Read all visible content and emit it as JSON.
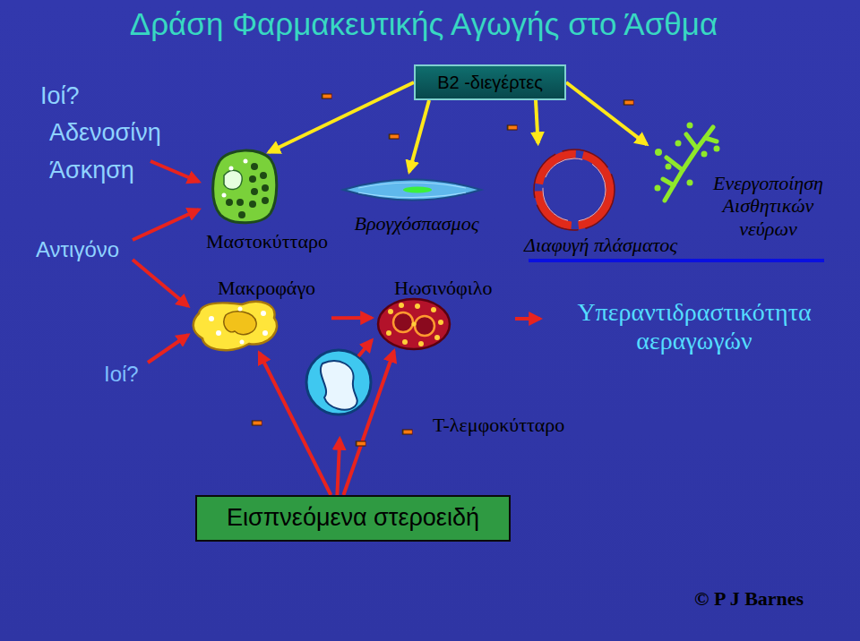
{
  "diagram": {
    "title": "Δράση Φαρμακευτικής Αγωγής στο Άσθμα",
    "nodes": [
      {
        "text": [
          "B2 -διεγέρτες"
        ]
      },
      {
        "text": [
          "Μαστοκύτταρο"
        ]
      },
      {
        "text": [
          "Βρογχόσπασμος"
        ]
      },
      {
        "text": [
          "Διαφυγή πλάσματος"
        ]
      },
      {
        "text": [
          "Ενεργοποίηση Αισθητικών νεύρων"
        ]
      },
      {
        "text": [
          "Μακροφάγο"
        ]
      },
      {
        "text": [
          "Ηωσινόφιλο"
        ]
      },
      {
        "text": [
          "Τ-λεμφοκύτταρο"
        ]
      },
      {
        "text": [
          "Εισπνεόμενα στεροειδή"
        ]
      }
    ],
    "edges": [
      {
        "from": 0,
        "to": 1,
        "arrow": "to"
      },
      {
        "from": 0,
        "to": 2,
        "arrow": "to"
      },
      {
        "from": 0,
        "to": 3,
        "arrow": "to"
      },
      {
        "from": 0,
        "to": 4,
        "arrow": "to"
      },
      {
        "from": 5,
        "to": 6,
        "arrow": "to"
      },
      {
        "from": 7,
        "to": 6,
        "arrow": "to"
      },
      {
        "from": 8,
        "to": 5,
        "arrow": "to"
      },
      {
        "from": 8,
        "to": 7,
        "arrow": "to"
      },
      {
        "from": 8,
        "to": 6,
        "arrow": "to"
      }
    ],
    "labels": [
      "Ιοί?",
      "Αδενοσίνη",
      "Άσκηση",
      "Αντιγόνο",
      "Ιοί?",
      "-",
      "-",
      "-",
      "-",
      "-",
      "-",
      "-",
      "Υπεραντιδραστικότητα αεραγωγών",
      "© P J Barnes"
    ]
  }
}
